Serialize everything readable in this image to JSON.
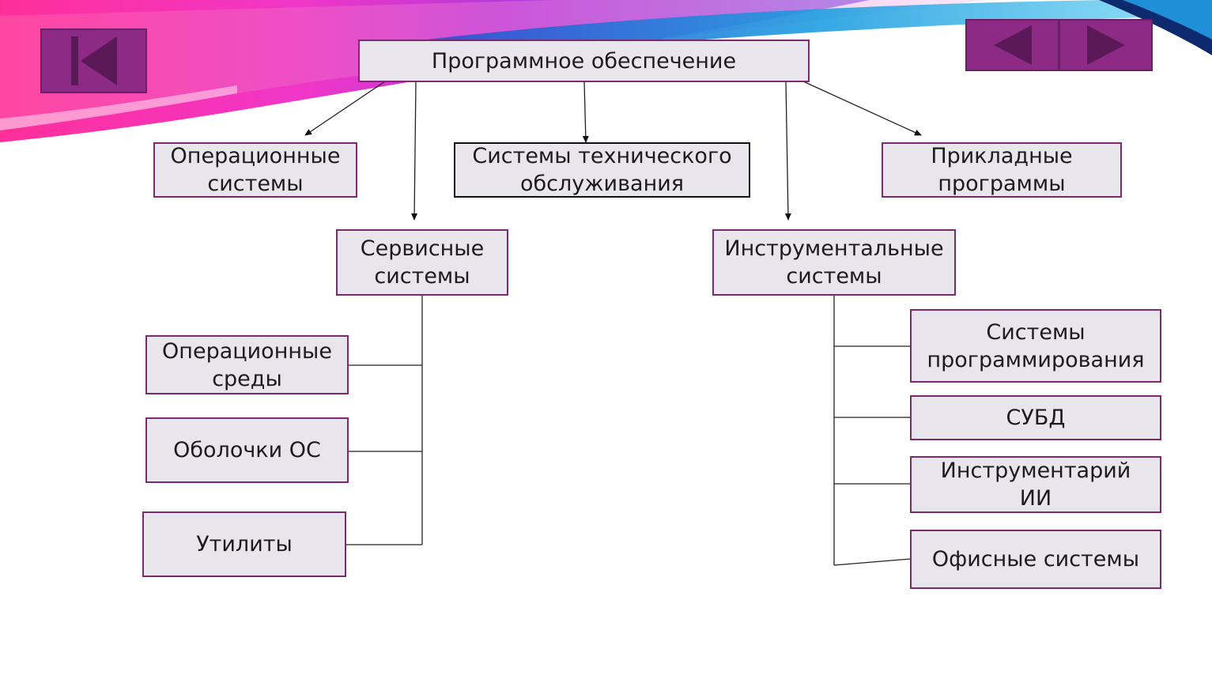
{
  "colors": {
    "node_fill": "#e9e5ec",
    "node_border": "#7b2a6f",
    "nav_fill": "#8c2a86",
    "nav_icon": "#5b1a57",
    "line": "#222222"
  },
  "nav": {
    "first_icon": "skip-to-first-icon",
    "prev_icon": "triangle-left-icon",
    "next_icon": "triangle-right-icon"
  },
  "diagram": {
    "root": {
      "label": "Программное обеспечение"
    },
    "operating_systems": {
      "line1": "Операционные",
      "line2": "системы"
    },
    "maintenance_systems": {
      "line1": "Системы технического",
      "line2": "обслуживания"
    },
    "applied_programs": {
      "line1": "Прикладные",
      "line2": "программы"
    },
    "service_systems": {
      "line1": "Сервисные",
      "line2": "системы"
    },
    "instrumental_systems": {
      "line1": "Инструментальные",
      "line2": "системы"
    },
    "operating_environments": {
      "line1": "Операционные",
      "line2": "среды"
    },
    "os_shells": {
      "label": "Оболочки ОС"
    },
    "utilities": {
      "label": "Утилиты"
    },
    "programming_systems": {
      "line1": "Системы",
      "line2": "программирования"
    },
    "dbms": {
      "label": "СУБД"
    },
    "ai_toolkit": {
      "line1": "Инструментарий",
      "line2": "ИИ"
    },
    "office_systems": {
      "label": "Офисные системы"
    }
  }
}
